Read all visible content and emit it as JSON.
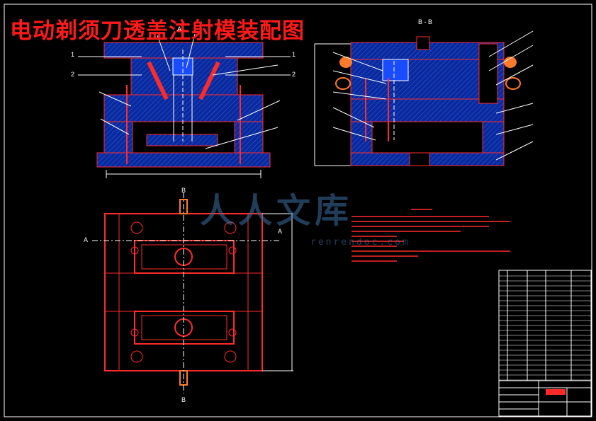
{
  "title": "电动剃须刀透盖注射模装配图",
  "watermark": {
    "brand": "人人文库",
    "url": "renrendoc.com"
  },
  "callouts": {
    "left": [
      "1",
      "2"
    ],
    "right": [
      "1",
      "2"
    ]
  },
  "section_marks": {
    "a_left": "A",
    "a_right": "A",
    "b_top": "B",
    "b_bottom": "B",
    "a_top": "A",
    "b_top_right": "B - B"
  },
  "colors": {
    "outline": "#ff2a2a",
    "hatch": "#1a4cff",
    "lines": "#ffffff",
    "cyan": "#00d4ff",
    "orange": "#ff7a2a"
  }
}
